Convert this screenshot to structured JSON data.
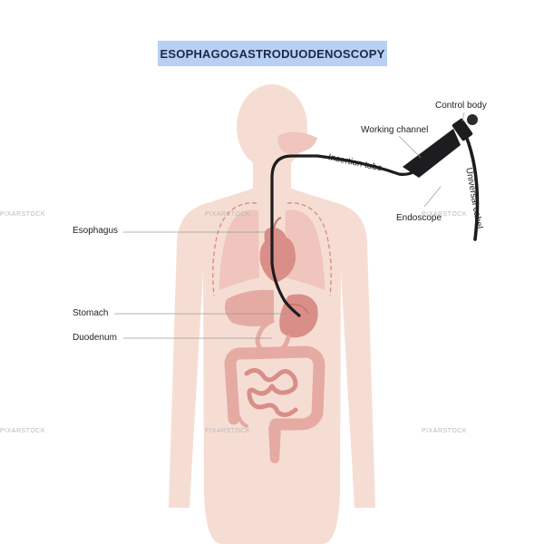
{
  "title": "ESOPHAGOGASTRODUODENOSCOPY",
  "labels": {
    "esophagus": "Esophagus",
    "stomach": "Stomach",
    "duodenum": "Duodenum",
    "control_body": "Control body",
    "working_channel": "Working channel",
    "insertion_tube": "Insertion tube",
    "endoscope": "Endoscope",
    "universal_cable": "Universal cabel"
  },
  "watermark": "PIXARSTOCK",
  "colors": {
    "title_bg": "#b7d0f4",
    "skin": "#f6ddd4",
    "organ_light": "#efc5bd",
    "organ_mid": "#e5aaa2",
    "organ_dark": "#d98e88",
    "scope": "#1d1d1f"
  }
}
